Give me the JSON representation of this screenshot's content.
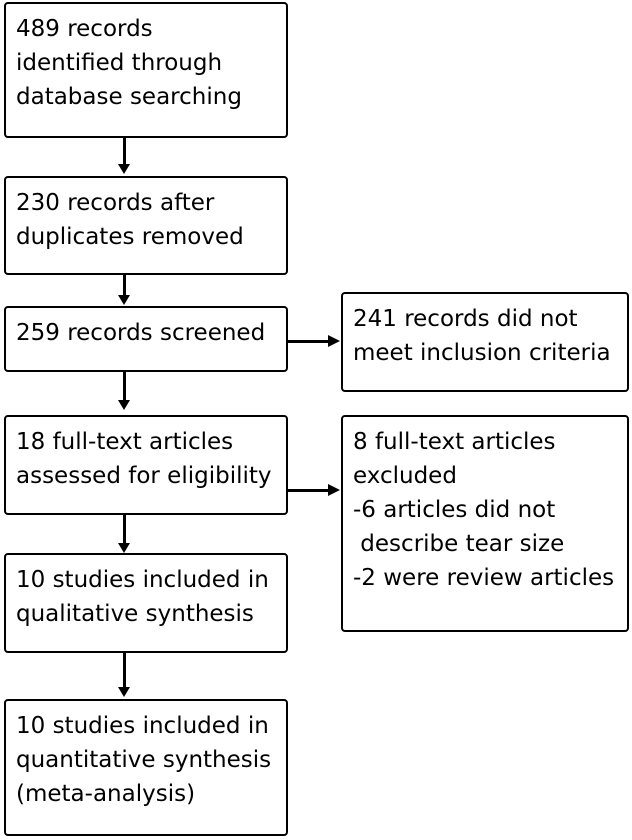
{
  "identification": {
    "lines": [
      "489 records",
      "identified through",
      "database searching"
    ]
  },
  "deduplicated": {
    "lines": [
      "230 records after",
      "duplicates removed"
    ]
  },
  "screened": {
    "lines": [
      "259 records screened"
    ]
  },
  "screen_excluded": {
    "lines": [
      "241 records did not",
      "meet inclusion criteria"
    ]
  },
  "eligibility": {
    "lines": [
      "18 full-text articles",
      "assessed for eligibility"
    ]
  },
  "fulltext_excluded": {
    "lines": [
      "8 full-text articles",
      "excluded",
      "-6 articles did not",
      " describe tear size",
      "-2 were review articles"
    ]
  },
  "qualitative": {
    "lines": [
      "10 studies included in",
      "qualitative synthesis"
    ]
  },
  "quantitative": {
    "lines": [
      "10 studies included in",
      "quantitative synthesis",
      "(meta-analysis)"
    ]
  }
}
